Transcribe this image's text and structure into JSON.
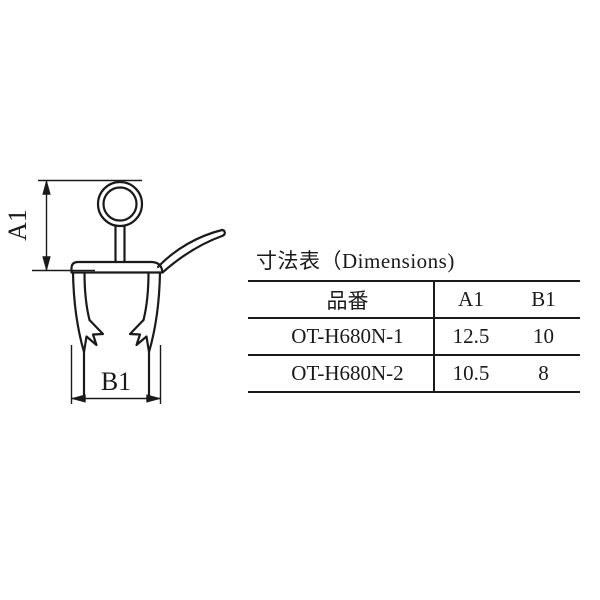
{
  "drawing": {
    "label_a1": "A1",
    "label_b1": "B1",
    "description": "cross-section profile of extruded trim seal with ring head, barbed legs and curved wiper fin"
  },
  "table": {
    "title_jp": "寸法表",
    "title_en": "（Dimensions)",
    "headers": [
      "品番",
      "A1",
      "B1"
    ],
    "rows": [
      {
        "part": "OT-H680N-1",
        "a1": "12.5",
        "b1": "10"
      },
      {
        "part": "OT-H680N-2",
        "a1": "10.5",
        "b1": "8"
      }
    ]
  },
  "colors": {
    "line": "#1a1a1a",
    "background": "#ffffff"
  }
}
